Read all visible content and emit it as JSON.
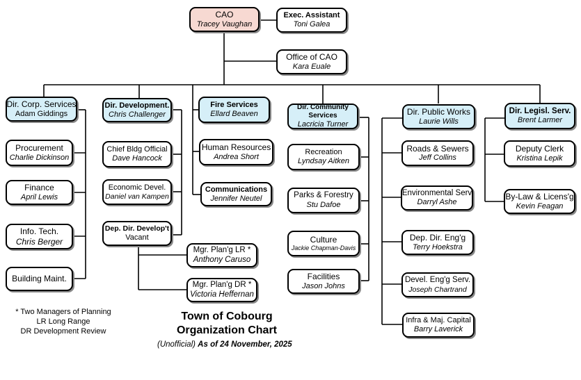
{
  "cao": {
    "title": "CAO",
    "name": "Tracey Vaughan"
  },
  "exec_assistant": {
    "title": "Exec. Assistant",
    "name": "Toni Galea"
  },
  "office_cao": {
    "title": "Office of CAO",
    "name": "Kara Euale"
  },
  "corp": {
    "director": {
      "title": "Dir. Corp. Services",
      "name": "Adam Giddings"
    },
    "units": [
      {
        "title": "Procurement",
        "name": "Charlie Dickinson"
      },
      {
        "title": "Finance",
        "name": "April Lewis"
      },
      {
        "title": "Info. Tech.",
        "name": "Chris Berger"
      },
      {
        "title": "Building Maint.",
        "name": ""
      }
    ]
  },
  "development": {
    "director": {
      "title": "Dir. Development.",
      "name": "Chris Challenger"
    },
    "units": [
      {
        "title": "Chief Bldg Official",
        "name": "Dave Hancock"
      },
      {
        "title": "Economic Devel.",
        "name": "Daniel van Kampen"
      },
      {
        "title": "Dep. Dir. Develop't",
        "name": "Vacant"
      }
    ],
    "planning": [
      {
        "title": "Mgr. Plan'g LR *",
        "name": "Anthony Caruso"
      },
      {
        "title": "Mgr. Plan'g DR *",
        "name": "Victoria Heffernan"
      }
    ]
  },
  "fire": {
    "director": {
      "title": "Fire Services",
      "name": "Ellard Beaven"
    },
    "units": [
      {
        "title": "Human Resources",
        "name": "Andrea Short"
      },
      {
        "title": "Communications",
        "name": "Jennifer Neutel"
      }
    ]
  },
  "community": {
    "director": {
      "title1": "Dir. Community",
      "title2": "Services",
      "name": "Lacricia Turner"
    },
    "units": [
      {
        "title": "Recreation",
        "name": "Lyndsay Aitken"
      },
      {
        "title": "Parks & Forestry",
        "name": "Stu Dafoe"
      },
      {
        "title": "Culture",
        "name": "Jackie Chapman-Davis"
      },
      {
        "title": "Facilities",
        "name": "Jason Johns"
      }
    ]
  },
  "public_works": {
    "director": {
      "title": "Dir. Public Works",
      "name": "Laurie Wills"
    },
    "units": [
      {
        "title": "Roads & Sewers",
        "name": "Jeff Collins"
      },
      {
        "title": "Environmental Serv",
        "name": "Darryl Ashe"
      },
      {
        "title": "Dep. Dir. Eng'g",
        "name": "Terry Hoekstra"
      },
      {
        "title": "Devel. Eng'g Serv.",
        "name": "Joseph Chartrand"
      },
      {
        "title": "Infra & Maj. Capital",
        "name": "Barry Laverick"
      }
    ]
  },
  "legislative": {
    "director": {
      "title": "Dir. Legisl. Serv.",
      "name": "Brent Larmer"
    },
    "units": [
      {
        "title": "Deputy Clerk",
        "name": "Kristina Lepik"
      },
      {
        "title": "By-Law & Licens'g",
        "name": "Kevin Feagan"
      }
    ]
  },
  "notes": [
    "* Two Managers of Planning",
    "LR Long Range",
    "DR Development Review"
  ],
  "chart_title": {
    "line1": "Town of Cobourg",
    "line2": "Organization Chart"
  },
  "subtitle": {
    "prefix": "(Unofficial)",
    "date": "As of 24 November, 2025"
  }
}
